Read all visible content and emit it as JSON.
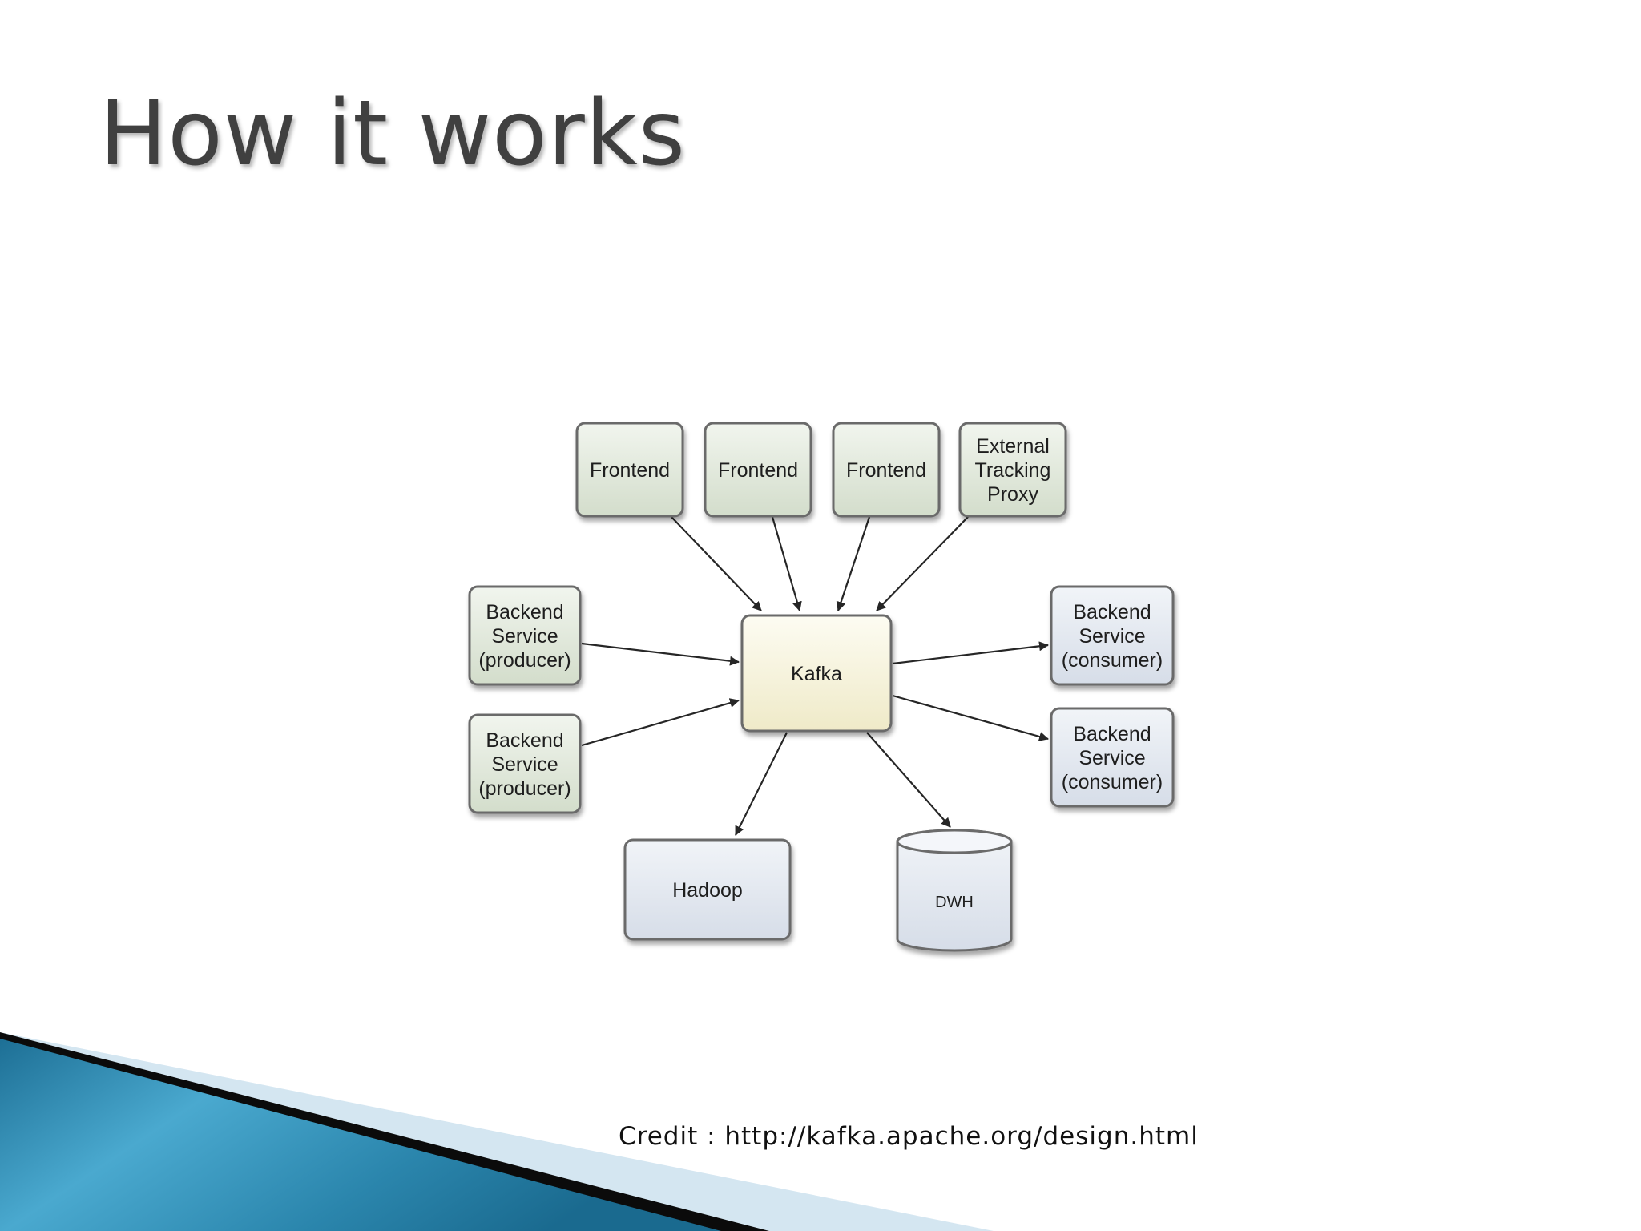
{
  "slide": {
    "title": "How it works",
    "credit": "Credit : http://kafka.apache.org/design.html"
  },
  "diagram": {
    "nodes": [
      {
        "id": "frontend-1",
        "label": [
          "Frontend"
        ],
        "shape": "box",
        "fill": "green"
      },
      {
        "id": "frontend-2",
        "label": [
          "Frontend"
        ],
        "shape": "box",
        "fill": "green"
      },
      {
        "id": "frontend-3",
        "label": [
          "Frontend"
        ],
        "shape": "box",
        "fill": "green"
      },
      {
        "id": "external-tracking-proxy",
        "label": [
          "External",
          "Tracking",
          "Proxy"
        ],
        "shape": "box",
        "fill": "green"
      },
      {
        "id": "backend-producer-1",
        "label": [
          "Backend",
          "Service",
          "(producer)"
        ],
        "shape": "box",
        "fill": "green"
      },
      {
        "id": "backend-producer-2",
        "label": [
          "Backend",
          "Service",
          "(producer)"
        ],
        "shape": "box",
        "fill": "green"
      },
      {
        "id": "kafka",
        "label": [
          "Kafka"
        ],
        "shape": "box",
        "fill": "yellow"
      },
      {
        "id": "backend-consumer-1",
        "label": [
          "Backend",
          "Service",
          "(consumer)"
        ],
        "shape": "box",
        "fill": "blue"
      },
      {
        "id": "backend-consumer-2",
        "label": [
          "Backend",
          "Service",
          "(consumer)"
        ],
        "shape": "box",
        "fill": "blue"
      },
      {
        "id": "hadoop",
        "label": [
          "Hadoop"
        ],
        "shape": "box",
        "fill": "blue"
      },
      {
        "id": "dwh",
        "label": [
          "DWH"
        ],
        "shape": "cylinder",
        "fill": "blue"
      }
    ],
    "edges": [
      {
        "from": "frontend-1",
        "to": "kafka"
      },
      {
        "from": "frontend-2",
        "to": "kafka"
      },
      {
        "from": "frontend-3",
        "to": "kafka"
      },
      {
        "from": "external-tracking-proxy",
        "to": "kafka"
      },
      {
        "from": "backend-producer-1",
        "to": "kafka"
      },
      {
        "from": "backend-producer-2",
        "to": "kafka"
      },
      {
        "from": "kafka",
        "to": "backend-consumer-1"
      },
      {
        "from": "kafka",
        "to": "backend-consumer-2"
      },
      {
        "from": "kafka",
        "to": "hadoop"
      },
      {
        "from": "kafka",
        "to": "dwh"
      }
    ],
    "colors": {
      "green": "#dde6d7",
      "yellow": "#f6f3d9",
      "blue": "#e0e6ee",
      "stroke": "#6b6b6b",
      "edge": "#262626"
    }
  }
}
